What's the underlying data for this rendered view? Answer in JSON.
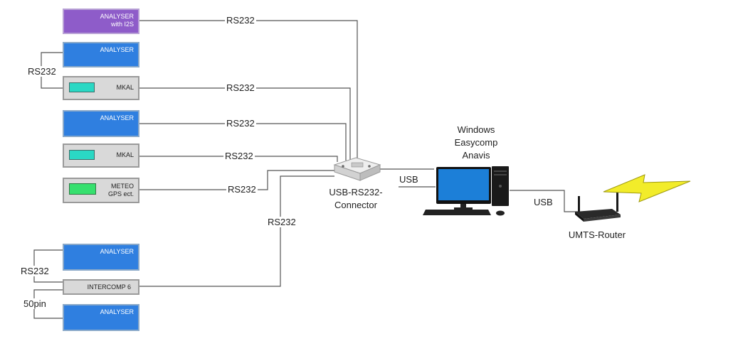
{
  "devices": {
    "analyser_i2s": "ANALYSER\nwith I2S",
    "analyser_1": "ANALYSER",
    "mkal_1": "MKAL",
    "analyser_2": "ANALYSER",
    "mkal_2": "MKAL",
    "meteo": "METEO\nGPS ect.",
    "analyser_3": "ANALYSER",
    "intercomp": "INTERCOMP 6",
    "analyser_4": "ANALYSER"
  },
  "links": {
    "rs232_1": "RS232",
    "rs232_2": "RS232",
    "rs232_3": "RS232",
    "rs232_4": "RS232",
    "rs232_5": "RS232",
    "rs232_6": "RS232",
    "rs232_left_top": "RS232",
    "rs232_left_bottom": "RS232",
    "pin50": "50pin",
    "usb_1": "USB",
    "usb_2": "USB"
  },
  "hub": {
    "connector_label": "USB-RS232-\nConnector",
    "pc_label": "Windows\nEasycomp\nAnavis",
    "router_label": "UMTS-Router"
  },
  "colors": {
    "analyser_blue": "#2f7fe0",
    "analyser_i2s_purple": "#8e5cc9",
    "device_gray": "#d9d9d9",
    "wire": "#555555",
    "lightning": "#f2ec2a"
  }
}
